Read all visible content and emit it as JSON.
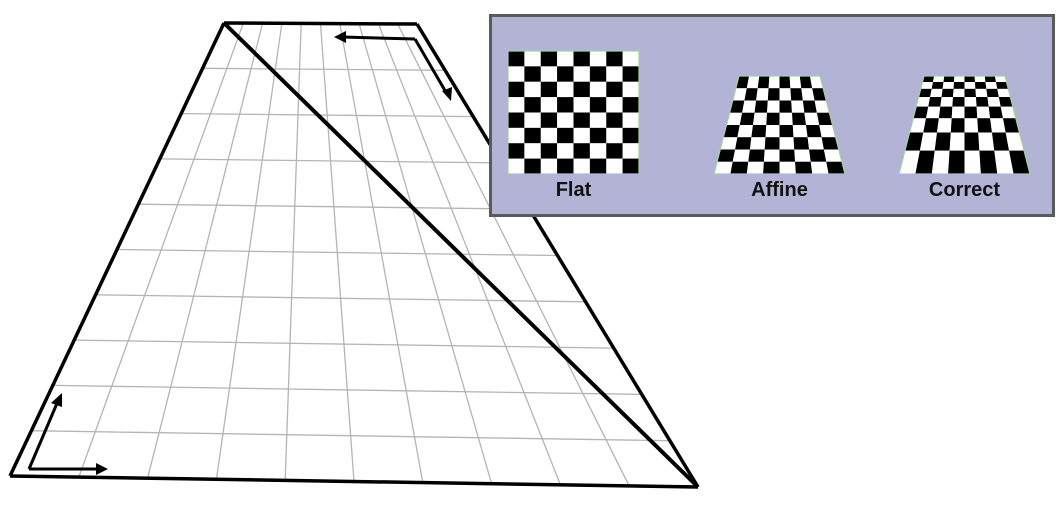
{
  "panel": {
    "background": "#b3b3d6",
    "border_color": "#5a5a5a",
    "labels": {
      "flat": "Flat",
      "affine": "Affine",
      "correct": "Correct"
    }
  },
  "checkerboard": {
    "rows": 8,
    "cols": 8,
    "dark": "#000000",
    "light": "#ffffff"
  },
  "grid_color": "#b4b4b4",
  "outline_color": "#000000",
  "icons": [
    "axis-arrow-icon",
    "axis-arrow-icon"
  ]
}
